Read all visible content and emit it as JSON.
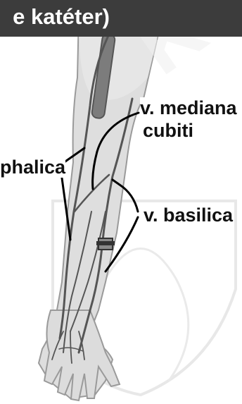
{
  "header": {
    "title": "e katéter)"
  },
  "labels": {
    "mediana_line1": "v. mediana",
    "mediana_line2": "cubiti",
    "cephalica": "phalica",
    "basilica": "v. basilica"
  },
  "watermark": {
    "text": "ETK"
  },
  "colors": {
    "header_bg": "#3c3c3c",
    "arm_fill": "#dcdcdc",
    "vein": "#5a5a5a",
    "catheter": "#777777",
    "leader_line": "#000000"
  }
}
